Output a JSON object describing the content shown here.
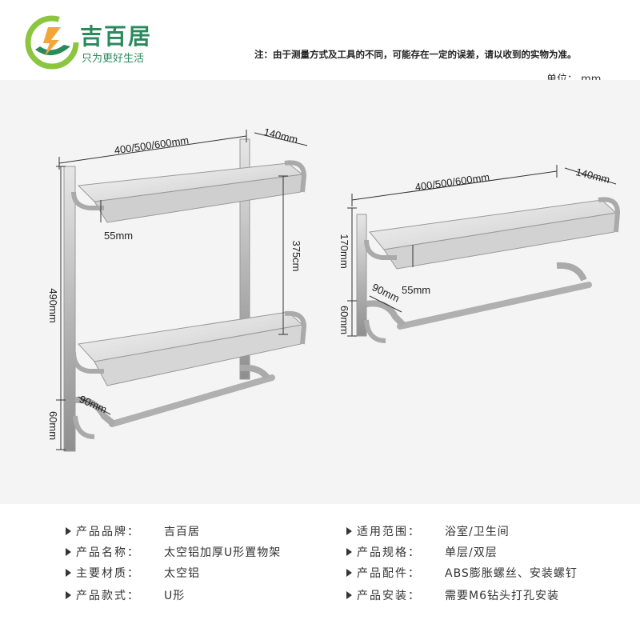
{
  "brand": {
    "name": "吉百居",
    "slogan": "只为更好生活"
  },
  "note": "注：由于测量方式及工具的不同，可能存在一定的误差，请以收到的实物为准。",
  "unit": "单位：  mm",
  "dimensions": {
    "left": {
      "width": "400/500/600mm",
      "depth": "140mm",
      "height": "490mm",
      "shelf_gap": "375cm",
      "lip": "55mm",
      "bar_depth": "90mm",
      "bar_height": "60mm"
    },
    "right": {
      "width": "400/500/600mm",
      "depth": "140mm",
      "height": "170mm",
      "lip": "55mm",
      "bar_depth": "90mm",
      "bar_height": "60mm"
    }
  },
  "specs": [
    {
      "label": "产品品牌：",
      "value": "吉百居"
    },
    {
      "label": "适用范围：",
      "value": "浴室/卫生间"
    },
    {
      "label": "产品名称：",
      "value": "太空铝加厚U形置物架"
    },
    {
      "label": "产品规格：",
      "value": "单层/双层"
    },
    {
      "label": "主要材质：",
      "value": "太空铝"
    },
    {
      "label": "产品配件：",
      "value": "ABS膨胀螺丝、安装螺钉"
    },
    {
      "label": "产品款式：",
      "value": "U形"
    },
    {
      "label": "产品安装：",
      "value": "需要M6钻头打孔安装"
    }
  ]
}
